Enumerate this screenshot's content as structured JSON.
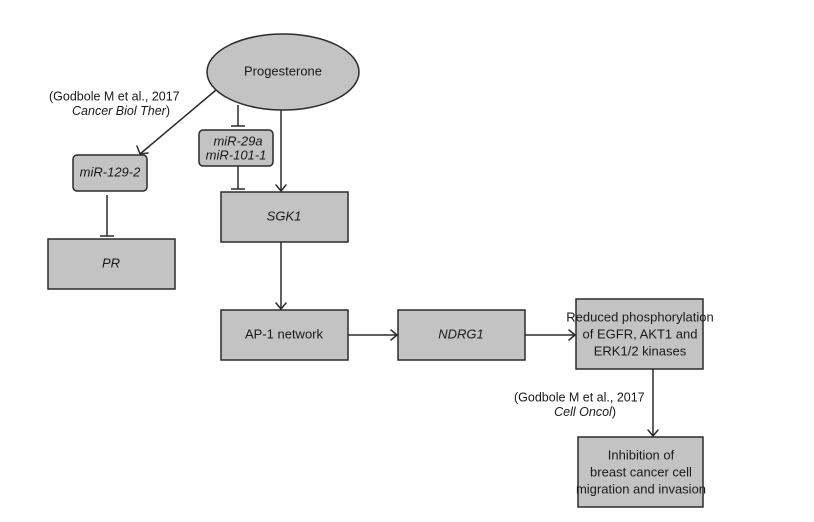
{
  "figure": {
    "type": "signaling-pathway-diagram",
    "nodes": {
      "progesterone": {
        "label": "Progesterone",
        "shape": "ellipse",
        "italic": false
      },
      "mir129": {
        "label": "miR-129-2",
        "shape": "rounded-rect",
        "italic": true
      },
      "mir29": {
        "lines": [
          "miR-29a",
          "miR-101-1"
        ],
        "shape": "rounded-rect",
        "italic": true
      },
      "sgk1": {
        "label": "SGK1",
        "shape": "rect",
        "italic": true
      },
      "pr": {
        "label": "PR",
        "shape": "rect",
        "italic": true
      },
      "ap1": {
        "label": "AP-1 network",
        "shape": "rect",
        "italic": false
      },
      "ndrg1": {
        "label": "NDRG1",
        "shape": "rect",
        "italic": true
      },
      "reduced": {
        "lines": [
          "Reduced phosphorylation",
          "of EGFR, AKT1 and",
          "ERK1/2 kinases"
        ],
        "shape": "rect",
        "italic": false
      },
      "inhibition": {
        "lines": [
          "Inhibition of",
          "breast cancer cell",
          "migration and invasion"
        ],
        "shape": "rect",
        "italic": false
      }
    },
    "edges": [
      {
        "from": "Progesterone",
        "to": "miR-129-2",
        "type": "activation"
      },
      {
        "from": "Progesterone",
        "to": "miR-29a / miR-101-1",
        "type": "inhibition"
      },
      {
        "from": "Progesterone",
        "to": "SGK1",
        "type": "activation"
      },
      {
        "from": "miR-29a / miR-101-1",
        "to": "SGK1",
        "type": "inhibition"
      },
      {
        "from": "miR-129-2",
        "to": "PR",
        "type": "inhibition"
      },
      {
        "from": "SGK1",
        "to": "AP-1 network",
        "type": "activation"
      },
      {
        "from": "AP-1 network",
        "to": "NDRG1",
        "type": "activation"
      },
      {
        "from": "NDRG1",
        "to": "Reduced phosphorylation of EGFR, AKT1 and ERK1/2 kinases",
        "type": "activation"
      },
      {
        "from": "Reduced phosphorylation of EGFR, AKT1 and ERK1/2 kinases",
        "to": "Inhibition of breast cancer cell migration and invasion",
        "type": "activation"
      }
    ],
    "citations": {
      "first": {
        "line1": "(Godbole M et al., 2017",
        "journal": "Cancer Biol Ther",
        "close": ")"
      },
      "second": {
        "line1": "(Godbole M et al., 2017",
        "journal": "Cell Oncol",
        "close": ")"
      }
    },
    "colors": {
      "node_fill": "#c3c3c3",
      "stroke": "#2b2b2b",
      "background": "#ffffff"
    }
  }
}
